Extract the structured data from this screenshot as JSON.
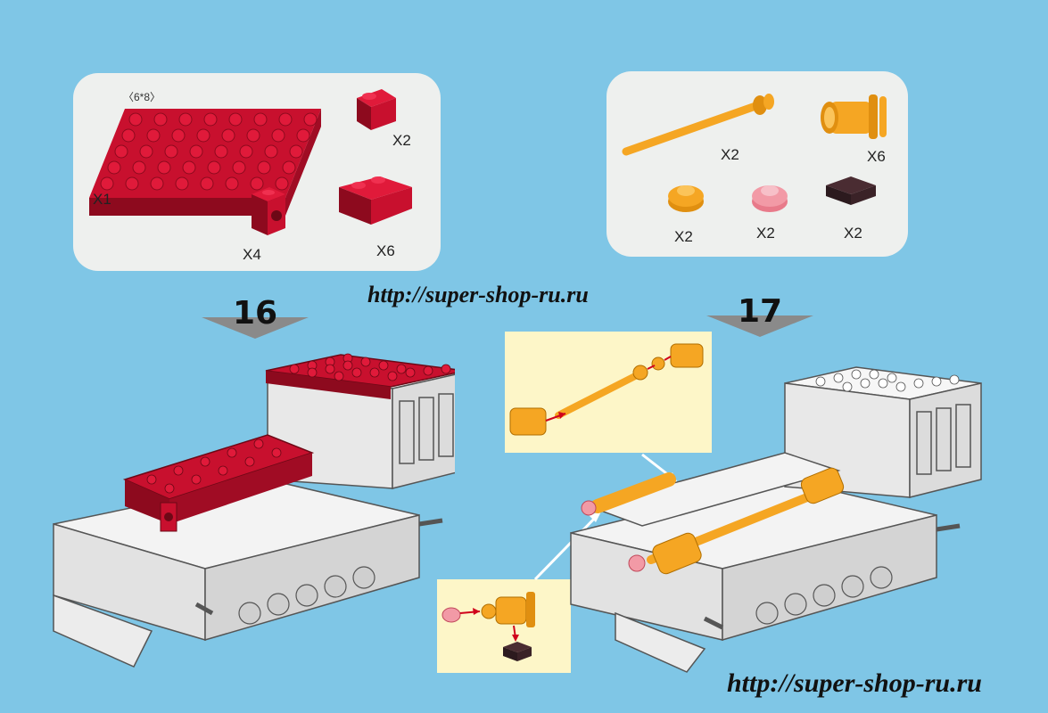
{
  "watermark": {
    "top_url": "http://super-shop-ru.ru",
    "bottom_url": "http://super-shop-ru.ru"
  },
  "steps": [
    {
      "number": "16"
    },
    {
      "number": "17"
    }
  ],
  "parts_left": {
    "plate_size": "〈6*8〉",
    "items": [
      {
        "icon": "red-6x8-plate-icon",
        "qty": "X1"
      },
      {
        "icon": "red-slope-brick-icon",
        "qty": "X2"
      },
      {
        "icon": "red-brick-with-hole-icon",
        "qty": "X4"
      },
      {
        "icon": "red-slope-2x2-icon",
        "qty": "X6"
      }
    ]
  },
  "parts_right": {
    "items": [
      {
        "icon": "orange-axle-icon",
        "qty": "X2"
      },
      {
        "icon": "orange-cylinder-icon",
        "qty": "X6"
      },
      {
        "icon": "orange-round-plate-icon",
        "qty": "X2"
      },
      {
        "icon": "trans-red-round-plate-icon",
        "qty": "X2"
      },
      {
        "icon": "dark-brown-tile-icon",
        "qty": "X2"
      }
    ]
  },
  "colors": {
    "background": "#7fc6e6",
    "panel": "#eef0ee",
    "brick_red": "#c8102e",
    "brick_orange": "#f5a623",
    "inset": "#fdf6c8",
    "arrow_gray": "#8a8a8a"
  }
}
